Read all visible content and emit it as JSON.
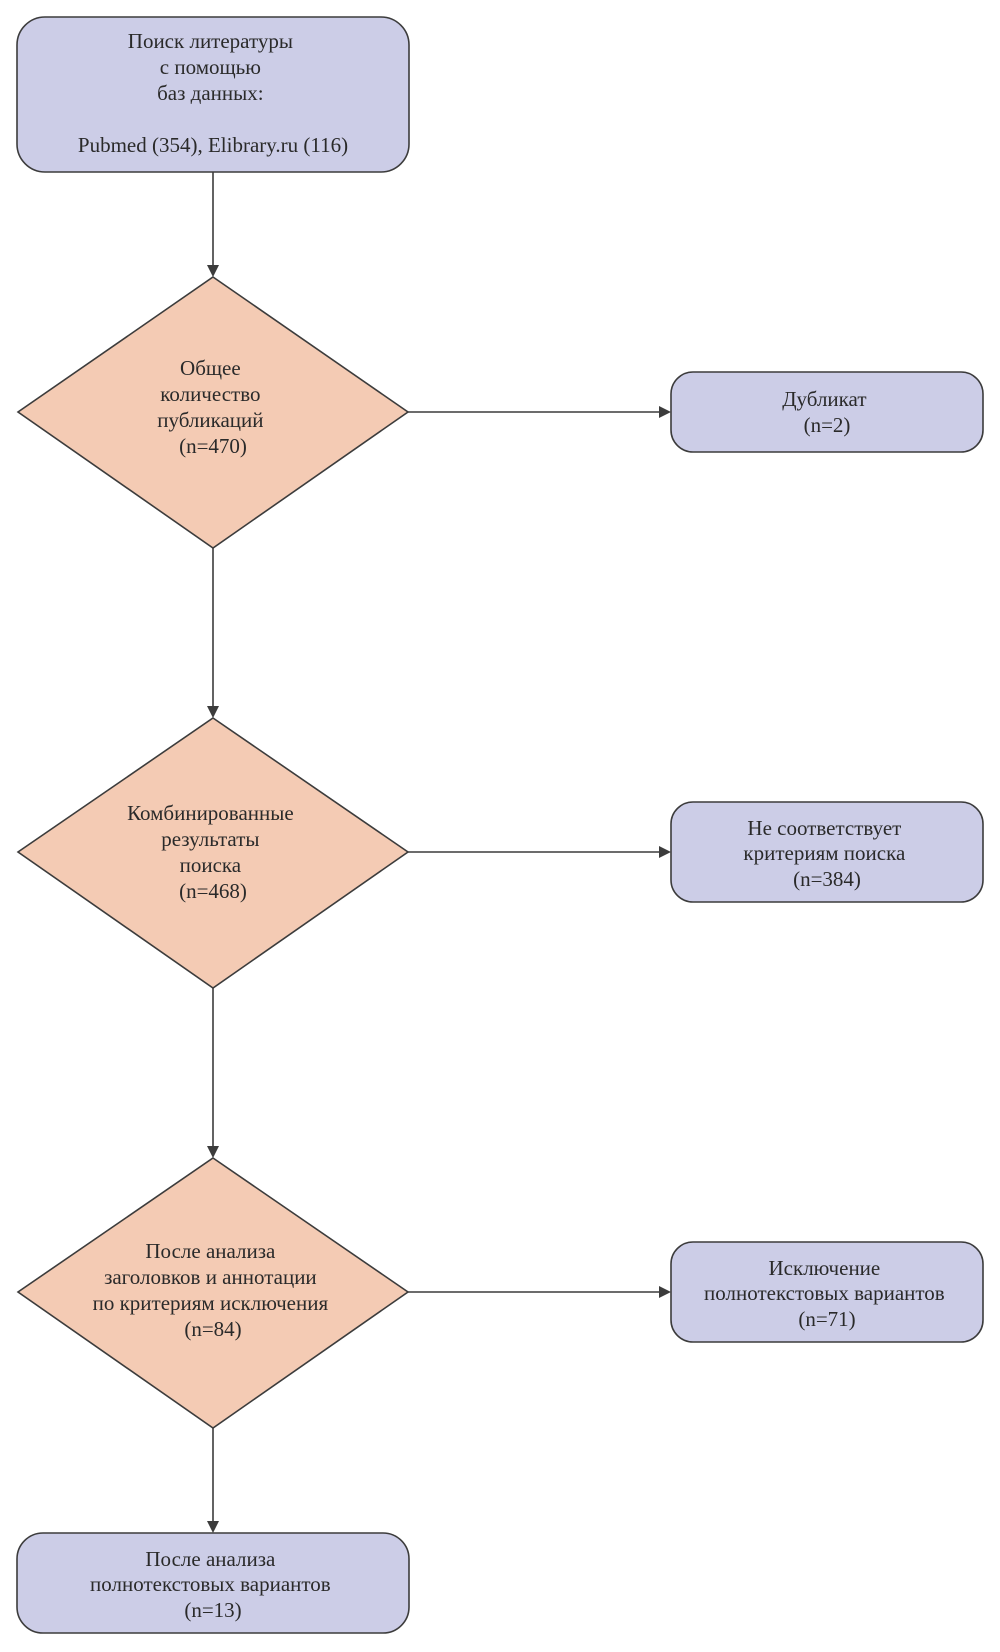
{
  "colors": {
    "box_fill": "#cccde7",
    "diamond_fill": "#f4cbb4",
    "stroke": "#3c3c3c",
    "text": "#2a2a2a"
  },
  "nodes": {
    "search": {
      "lines": [
        "Поиск литературы",
        "с помощью",
        "баз данных:",
        "",
        "Pubmed (354), Elibrary.ru (116)"
      ]
    },
    "total": {
      "lines": [
        "Общее",
        "количество",
        "публикаций",
        "(n=470)"
      ]
    },
    "duplicate": {
      "lines": [
        "Дубликат",
        "(n=2)"
      ]
    },
    "combined": {
      "lines": [
        "Комбинированные",
        "результаты",
        "поиска",
        "(n=468)"
      ]
    },
    "not_matching": {
      "lines": [
        "Не соответствует",
        "критериям поиска",
        "(n=384)"
      ]
    },
    "after_titles": {
      "lines": [
        "После анализа",
        "заголовков и аннотации",
        "по критериям исключения",
        "(n=84)"
      ]
    },
    "excluded_fulltext": {
      "lines": [
        "Исключение",
        "полнотекстовых вариантов",
        "(n=71)"
      ]
    },
    "after_fulltext": {
      "lines": [
        "После анализа",
        "полнотекстовых вариантов",
        "(n=13)"
      ]
    }
  }
}
